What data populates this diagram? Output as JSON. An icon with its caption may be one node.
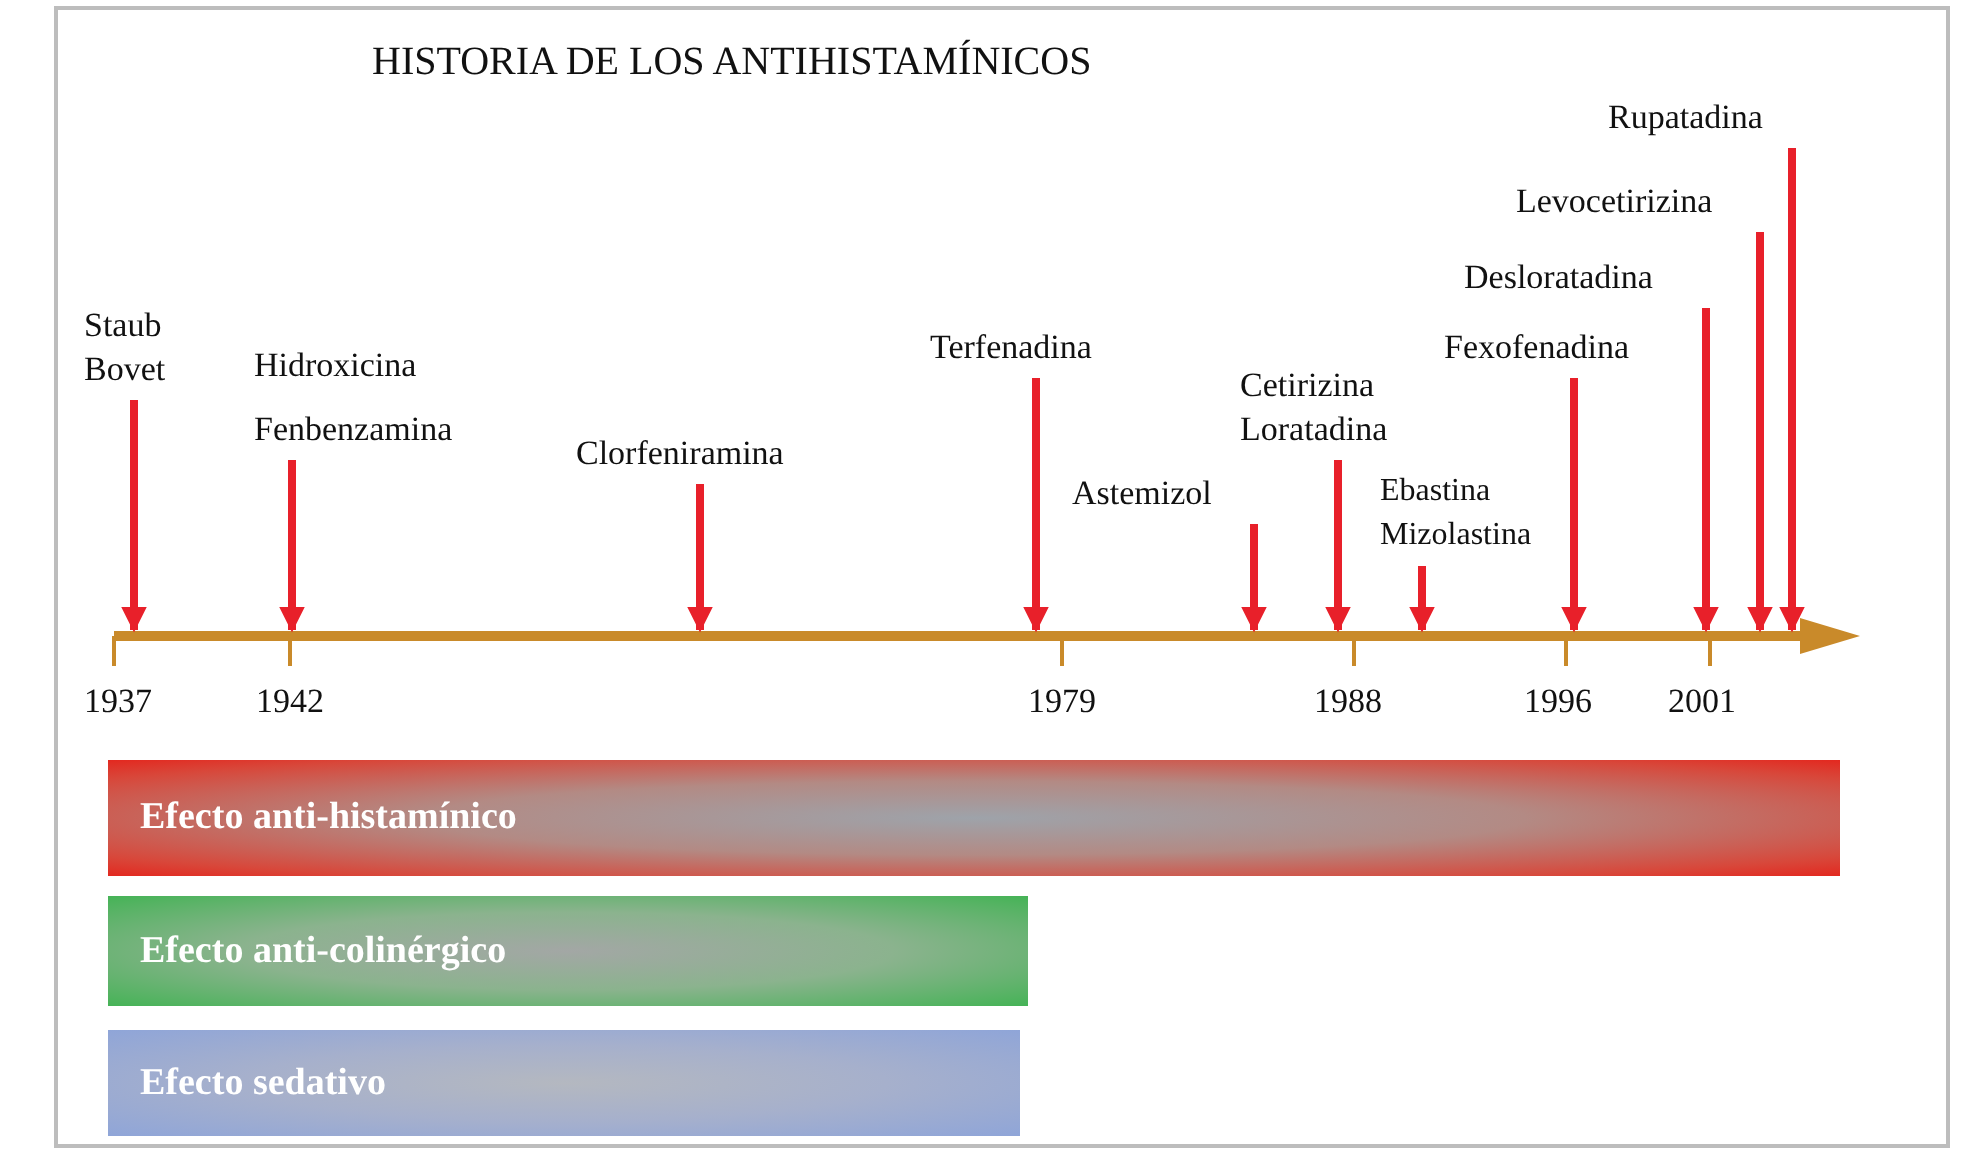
{
  "diagram": {
    "title": "HISTORIA DE LOS ANTIHISTAMÍNICOS",
    "nodes": [
      {
        "text": [
          "Staub Bovet"
        ]
      },
      {
        "text": [
          "Hidroxicina",
          "Fenbenzamina"
        ]
      },
      {
        "text": [
          "Clorfeniramina"
        ]
      },
      {
        "text": [
          "Terfenadina"
        ]
      },
      {
        "text": [
          "Astemizol"
        ]
      },
      {
        "text": [
          "Cetirizina Loratadina"
        ]
      },
      {
        "text": [
          "Ebastina Mizolastina"
        ]
      },
      {
        "text": [
          "Fexofenadina"
        ]
      },
      {
        "text": [
          "Desloratadina"
        ]
      },
      {
        "text": [
          "Levocetirizina"
        ]
      },
      {
        "text": [
          "Rupatadina"
        ]
      },
      {
        "text": [],
        "shape": "arrow"
      },
      {
        "text": [
          "Efecto anti-histamínico"
        ]
      },
      {
        "text": [
          "Efecto anti-colinérgico"
        ]
      },
      {
        "text": [
          "Efecto sedativo"
        ]
      }
    ],
    "edges": [
      {
        "from": 0,
        "to": 11,
        "arrow": "to"
      },
      {
        "from": 1,
        "to": 11,
        "arrow": "to"
      },
      {
        "from": 2,
        "to": 11,
        "arrow": "to"
      },
      {
        "from": 3,
        "to": 11,
        "arrow": "to"
      },
      {
        "from": 4,
        "to": 11,
        "arrow": "to"
      },
      {
        "from": 5,
        "to": 11,
        "arrow": "to"
      },
      {
        "from": 6,
        "to": 11,
        "arrow": "to"
      },
      {
        "from": 7,
        "to": 11,
        "arrow": "to"
      },
      {
        "from": 8,
        "to": 11,
        "arrow": "to"
      },
      {
        "from": 9,
        "to": 11,
        "arrow": "to"
      },
      {
        "from": 10,
        "to": 11,
        "arrow": "to"
      }
    ],
    "labels": [
      "1937",
      "1942",
      "1979",
      "1988",
      "1996",
      "2001"
    ]
  }
}
